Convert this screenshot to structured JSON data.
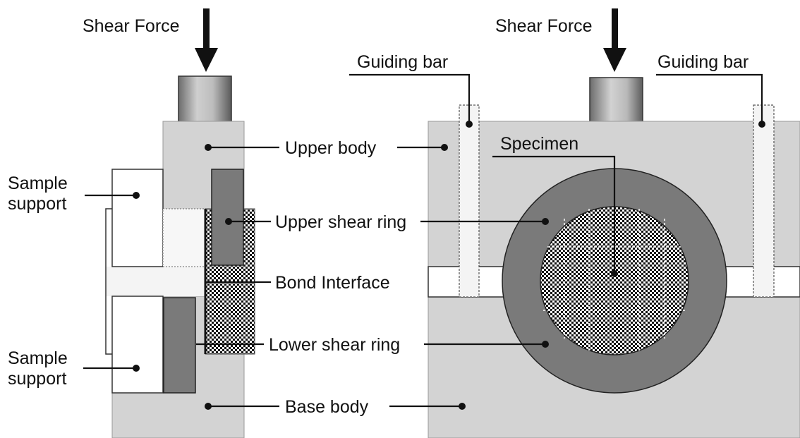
{
  "labels": {
    "shear_force_left": "Shear Force",
    "shear_force_right": "Shear Force",
    "guiding_bar_left": "Guiding bar",
    "guiding_bar_right": "Guiding bar",
    "specimen": "Specimen",
    "upper_body": "Upper body",
    "upper_shear_ring": "Upper shear ring",
    "bond_interface": "Bond Interface",
    "lower_shear_ring": "Lower shear ring",
    "base_body": "Base body",
    "sample_support_top_line1": "Sample",
    "sample_support_top_line2": "support",
    "sample_support_bottom_line1": "Sample",
    "sample_support_bottom_line2": "support"
  },
  "colors": {
    "body_gray": "#d3d3d3",
    "ring_dark": "#7a7a7a",
    "ring_stroke": "#222222",
    "support_white": "#ffffff",
    "interface_light": "#f4f4f4",
    "specimen_light": "#f0f0f0",
    "ink": "#111111"
  }
}
